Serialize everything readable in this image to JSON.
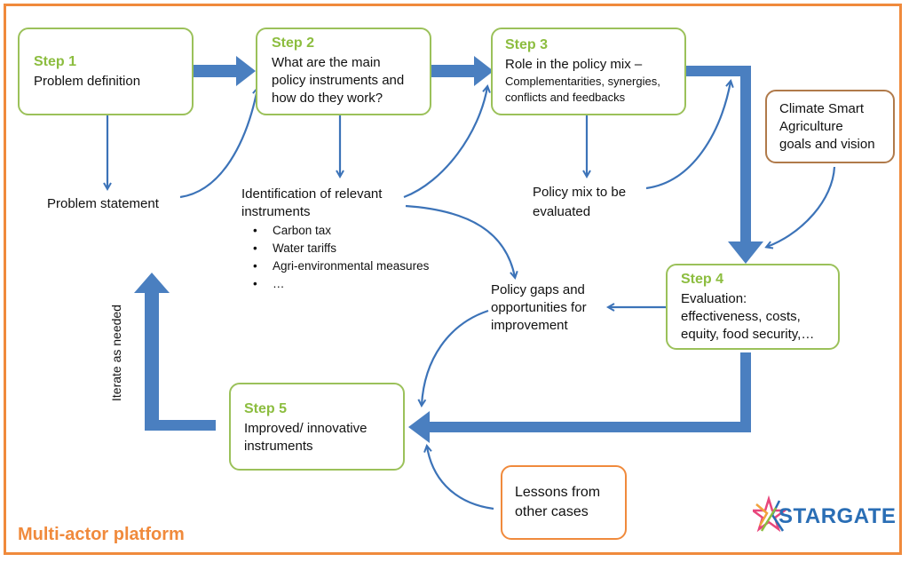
{
  "platform_label": "Multi-actor platform",
  "logo_text": "STARGATE",
  "step1": {
    "step": "Step 1",
    "text": "Problem definition"
  },
  "step2": {
    "step": "Step 2",
    "line1": "What are the main",
    "line2": "policy instruments and",
    "line3": "how do they work?"
  },
  "step3": {
    "step": "Step 3",
    "line1": "Role in the policy mix –",
    "line2": "Complementarities, synergies,",
    "line3": "conflicts and feedbacks"
  },
  "step4": {
    "step": "Step 4",
    "line1": "Evaluation:",
    "line2": "effectiveness, costs,",
    "line3": "equity, food security,…"
  },
  "step5": {
    "step": "Step 5",
    "line1": "Improved/ innovative",
    "line2": "instruments"
  },
  "csa": {
    "line1": "Climate Smart",
    "line2": "Agriculture",
    "line3": "goals and vision"
  },
  "lessons": {
    "line1": "Lessons from",
    "line2": "other cases"
  },
  "problem_statement": "Problem statement",
  "identification": {
    "line1": "Identification of relevant",
    "line2": "instruments",
    "items": [
      "Carbon tax",
      "Water tariffs",
      "Agri-environmental measures",
      "…"
    ]
  },
  "policy_mix": {
    "line1": "Policy mix to be",
    "line2": "evaluated"
  },
  "policy_gaps": {
    "line1": "Policy gaps and",
    "line2": "opportunities for",
    "line3": "improvement"
  },
  "iterate_label": "Iterate as needed",
  "colors": {
    "green": "#9bc15a",
    "orange": "#f08a3c",
    "brown": "#b07a4a",
    "blue": "#4a7fc0",
    "step_green": "#8cbd3f"
  }
}
